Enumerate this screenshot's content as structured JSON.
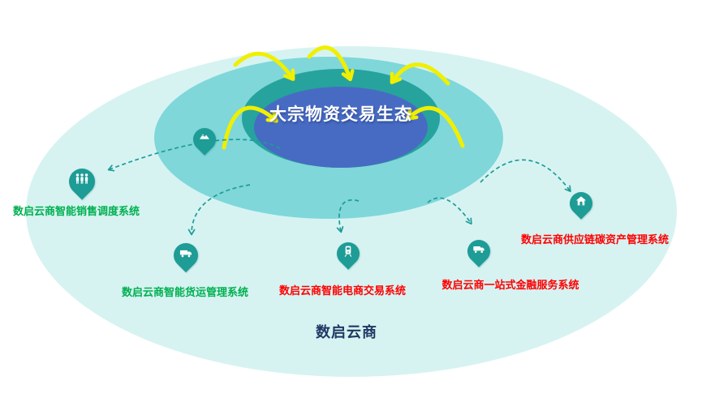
{
  "diagram": {
    "center_title": "大宗物资交易生态",
    "platform_name": "数启云商"
  },
  "systems": [
    {
      "id": "sales",
      "label": "数启云商智能销售调度系统",
      "label_color": "#00b050",
      "icon": "group-icon"
    },
    {
      "id": "freight",
      "label": "数启云商智能货运管理系统",
      "label_color": "#00b050",
      "icon": "truck-icon"
    },
    {
      "id": "ecommerce",
      "label": "数启云商智能电商交易系统",
      "label_color": "#ff0000",
      "icon": "train-icon"
    },
    {
      "id": "finance",
      "label": "数启云商一站式金融服务系统",
      "label_color": "#ff0000",
      "icon": "van-icon"
    },
    {
      "id": "carbon",
      "label": "数启云商供应链碳资产管理系统",
      "label_color": "#ff0000",
      "icon": "house-icon"
    }
  ],
  "decorations": {
    "center_pin_icon": "mountain-icon",
    "inflow_arrow_count": 5,
    "outflow_arrow_count": 5
  },
  "colors": {
    "background": "#ffffff",
    "outer_ellipse": "#d6f3f2",
    "middle_ellipse": "#7fd7da",
    "ring_ellipse": "#26a39d",
    "inner_ellipse": "#476bc3",
    "pin": "#1e9c96",
    "dashed_arrow": "#1e9c96",
    "yellow_arrow": "#f0ef00",
    "title_text": "#ffffff",
    "platform_text": "#1f3864",
    "green_label": "#00b050",
    "red_label": "#ff0000"
  }
}
